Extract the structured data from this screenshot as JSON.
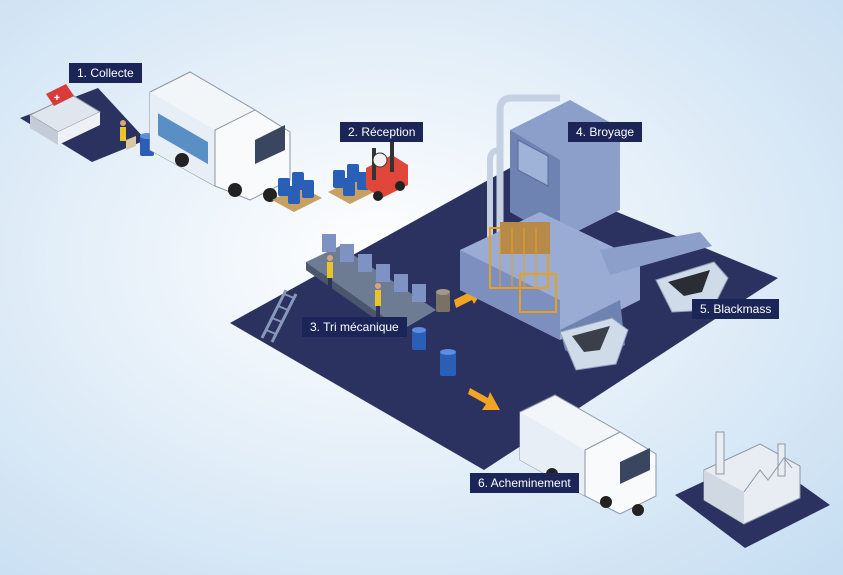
{
  "steps": [
    {
      "label": "1. Collecte"
    },
    {
      "label": "2. Réception"
    },
    {
      "label": "3. Tri mécanique"
    },
    {
      "label": "4. Broyage"
    },
    {
      "label": "5. Blackmass"
    },
    {
      "label": "6. Acheminement"
    }
  ],
  "colors": {
    "background_center": "#ffffff",
    "background_edge": "#c7def2",
    "platform": "#2b3260",
    "label_bg": "#1b2557",
    "label_text": "#ffffff",
    "truck_body": "#f3f6f9",
    "barrel": "#2a5fb8",
    "machine": "#8c9fca",
    "arrow": "#f3a423",
    "cage": "#e7a11c"
  }
}
